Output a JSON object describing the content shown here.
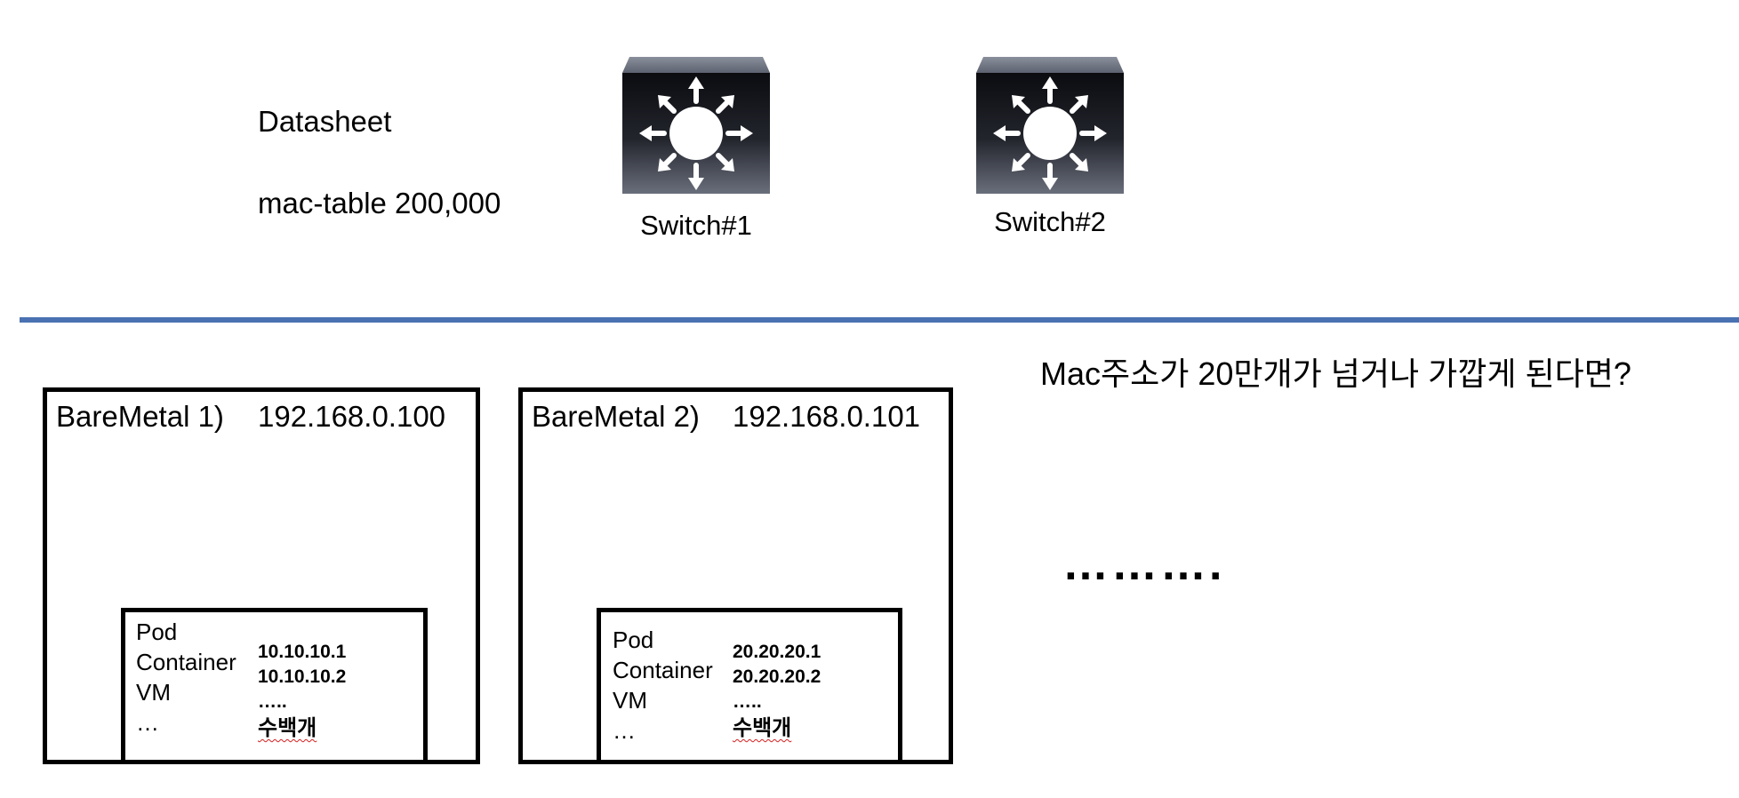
{
  "datasheet": {
    "title": "Datasheet",
    "mac_table": "mac-table 200,000"
  },
  "switches": [
    {
      "label": "Switch#1",
      "icon": "layer3-switch-icon"
    },
    {
      "label": "Switch#2",
      "icon": "layer3-switch-icon"
    }
  ],
  "divider_color": "#4a72b2",
  "question": "Mac주소가 20만개가 넘거나 가깝게 된다면?",
  "ellipsis": "……….",
  "baremetals": [
    {
      "name": "BareMetal 1)",
      "ip": "192.168.0.100",
      "kinds": [
        "Pod",
        "Container",
        "VM",
        "…"
      ],
      "ips": [
        "10.10.10.1",
        "10.10.10.2",
        "…..",
        "수백개"
      ]
    },
    {
      "name": "BareMetal 2)",
      "ip": "192.168.0.101",
      "kinds": [
        "Pod",
        "Container",
        "VM",
        "…"
      ],
      "ips": [
        "20.20.20.1",
        "20.20.20.2",
        "…..",
        "수백개"
      ]
    }
  ]
}
